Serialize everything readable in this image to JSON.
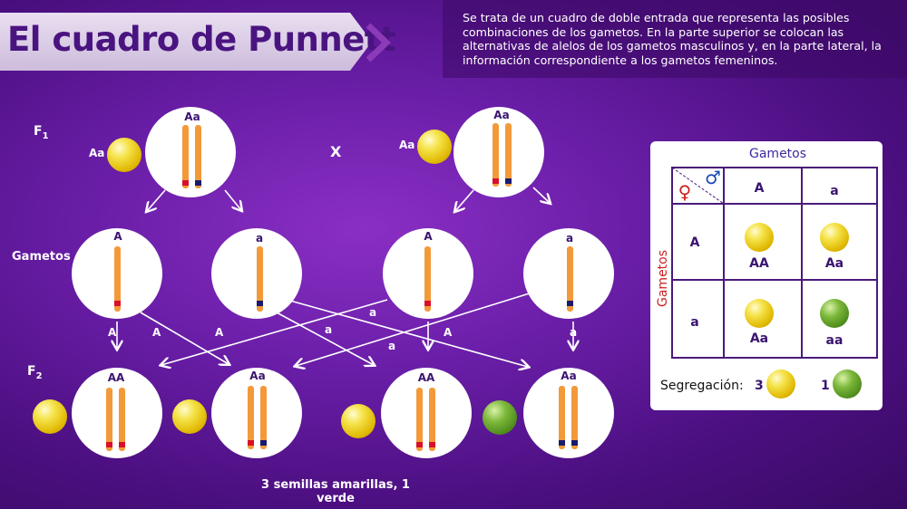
{
  "title": "El cuadro de Punnett",
  "description": "Se trata de un cuadro de doble entrada que representa las posibles combinaciones de los gametos. En la parte superior se colocan las alternativas de alelos de los gametos masculinos y, en la parte lateral, la información correspondiente a los gametos femeninos.",
  "labels": {
    "f1": "F",
    "f1_sub": "1",
    "f2": "F",
    "f2_sub": "2",
    "gametos": "Gametos",
    "cross": "X"
  },
  "f1_parents": [
    {
      "genotype": "Aa",
      "seed_label": "Aa",
      "seed_color": "yellow"
    },
    {
      "genotype": "Aa",
      "seed_label": "Aa",
      "seed_color": "yellow"
    }
  ],
  "gametes": [
    {
      "allele": "A"
    },
    {
      "allele": "a"
    },
    {
      "allele": "A"
    },
    {
      "allele": "a"
    }
  ],
  "arrow_labels": [
    "A",
    "A",
    "A",
    "a",
    "a",
    "a",
    "A",
    "a"
  ],
  "f2_offspring": [
    {
      "genotype": "AA",
      "seed_color": "yellow"
    },
    {
      "genotype": "Aa",
      "seed_color": "yellow"
    },
    {
      "genotype": "AA",
      "seed_color": "yellow"
    },
    {
      "genotype": "Aa",
      "seed_color": "green"
    }
  ],
  "caption": "3 semillas amarillas, 1 verde",
  "punnett": {
    "top_header": "Gametos",
    "side_header": "Gametos",
    "male_symbol": "♂",
    "female_symbol": "♀",
    "columns": [
      "A",
      "a"
    ],
    "rows": [
      "A",
      "a"
    ],
    "cells": [
      [
        {
          "genotype": "AA",
          "color": "yellow"
        },
        {
          "genotype": "Aa",
          "color": "yellow"
        }
      ],
      [
        {
          "genotype": "Aa",
          "color": "yellow"
        },
        {
          "genotype": "aa",
          "color": "green"
        }
      ]
    ],
    "segregation_label": "Segregación:",
    "segregation": [
      {
        "count": "3",
        "color": "yellow"
      },
      {
        "count": "1",
        "color": "green"
      }
    ]
  },
  "colors": {
    "banner_text": "#4a1480",
    "chromosome": "#f29a3a",
    "allele_red": "#d8102a",
    "allele_navy": "#1a1a6e"
  }
}
